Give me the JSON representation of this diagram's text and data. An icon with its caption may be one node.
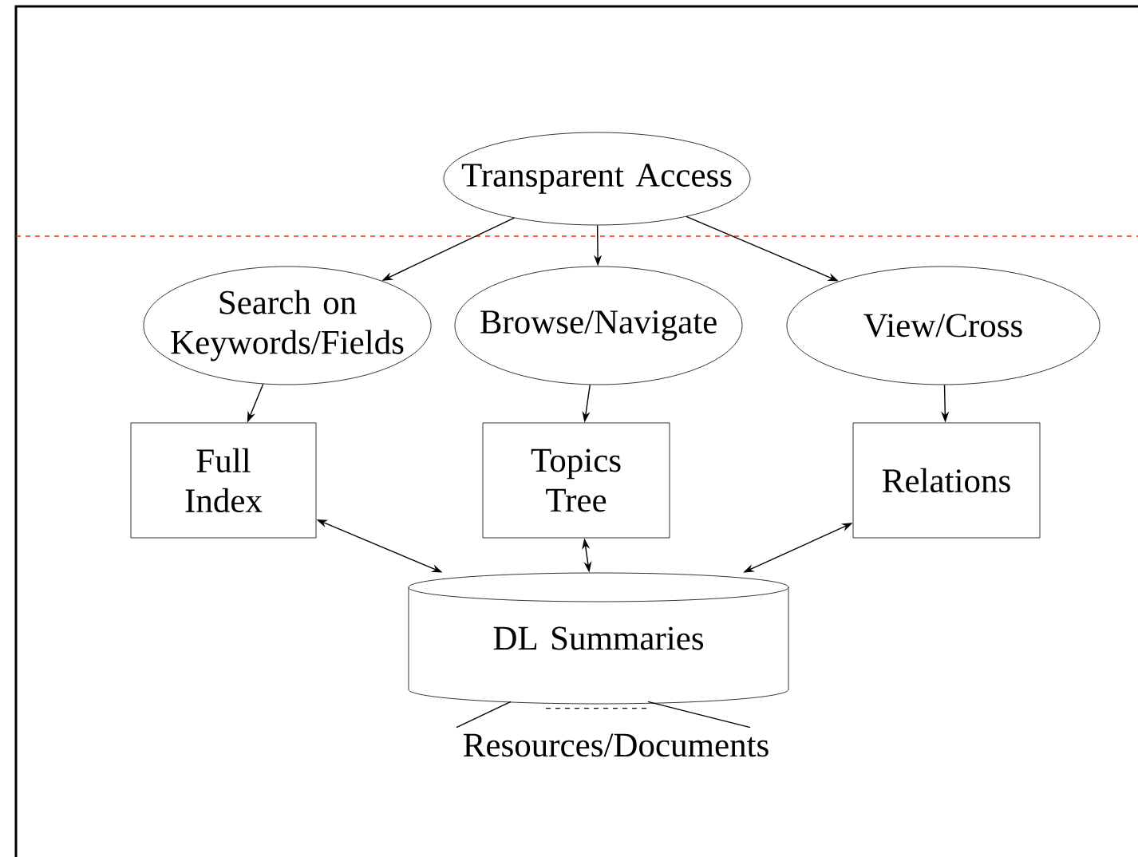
{
  "diagram": {
    "nodes": [
      {
        "text": [
          "Transparent Access"
        ]
      },
      {
        "text": [
          "Search on Keywords/Fields"
        ]
      },
      {
        "text": [
          "Browse/Navigate"
        ]
      },
      {
        "text": [
          "View/Cross"
        ]
      },
      {
        "text": [
          "Full Index"
        ]
      },
      {
        "text": [
          "Topics Tree"
        ]
      },
      {
        "text": [
          "Relations"
        ]
      },
      {
        "text": [
          "DL Summaries"
        ]
      },
      {
        "text": [
          "Resources/Documents"
        ]
      }
    ],
    "edges": [
      {
        "from": 0,
        "to": 1,
        "arrow": "to"
      },
      {
        "from": 0,
        "to": 2,
        "arrow": "to"
      },
      {
        "from": 0,
        "to": 3,
        "arrow": "to"
      },
      {
        "from": 1,
        "to": 4,
        "arrow": "to"
      },
      {
        "from": 2,
        "to": 5,
        "arrow": "to"
      },
      {
        "from": 3,
        "to": 6,
        "arrow": "to"
      },
      {
        "from": 4,
        "to": 7,
        "arrow": "both"
      },
      {
        "from": 5,
        "to": 7,
        "arrow": "both"
      },
      {
        "from": 6,
        "to": 7,
        "arrow": "both"
      },
      {
        "from": 7,
        "to": 8,
        "arrow": "none"
      },
      {
        "from": 7,
        "to": 8,
        "arrow": "none"
      }
    ]
  }
}
